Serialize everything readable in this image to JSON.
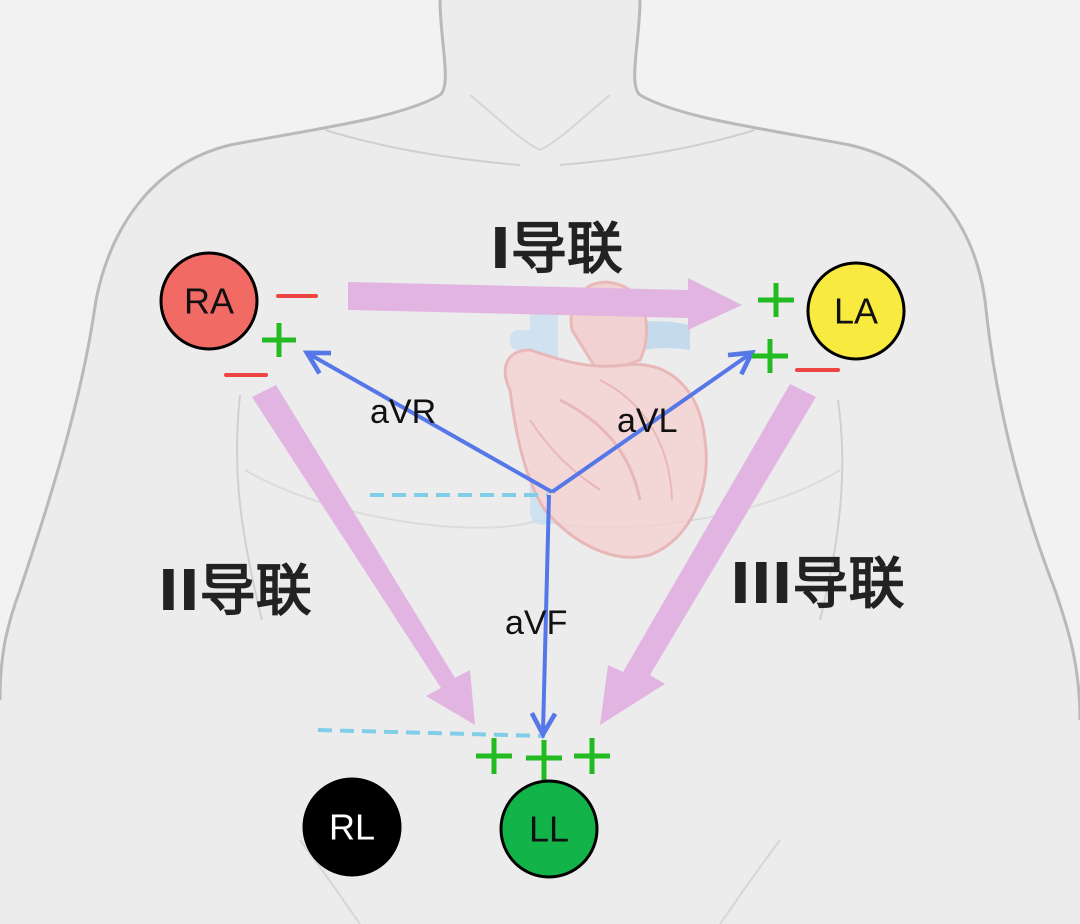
{
  "leads": {
    "lead_I": "I导联",
    "lead_II": "II导联",
    "lead_III": "III导联"
  },
  "augmented": {
    "aVR": "aVR",
    "aVL": "aVL",
    "aVF": "aVF"
  },
  "electrodes": {
    "RA": "RA",
    "LA": "LA",
    "LL": "LL",
    "RL": "RL"
  },
  "colors": {
    "background": "#f2f2f2",
    "body_outline": "#b9b9b9",
    "lead_arrow": "#e2b4e2",
    "augmented_arrow": "#5577e8",
    "reference_line": "#7fcde6",
    "plus_sign": "#22bb22",
    "minus_sign": "#ee4444",
    "RA_fill": "#f26a64",
    "LA_fill": "#f8ea3e",
    "LL_fill": "#12b44a",
    "RL_fill": "#000000"
  }
}
